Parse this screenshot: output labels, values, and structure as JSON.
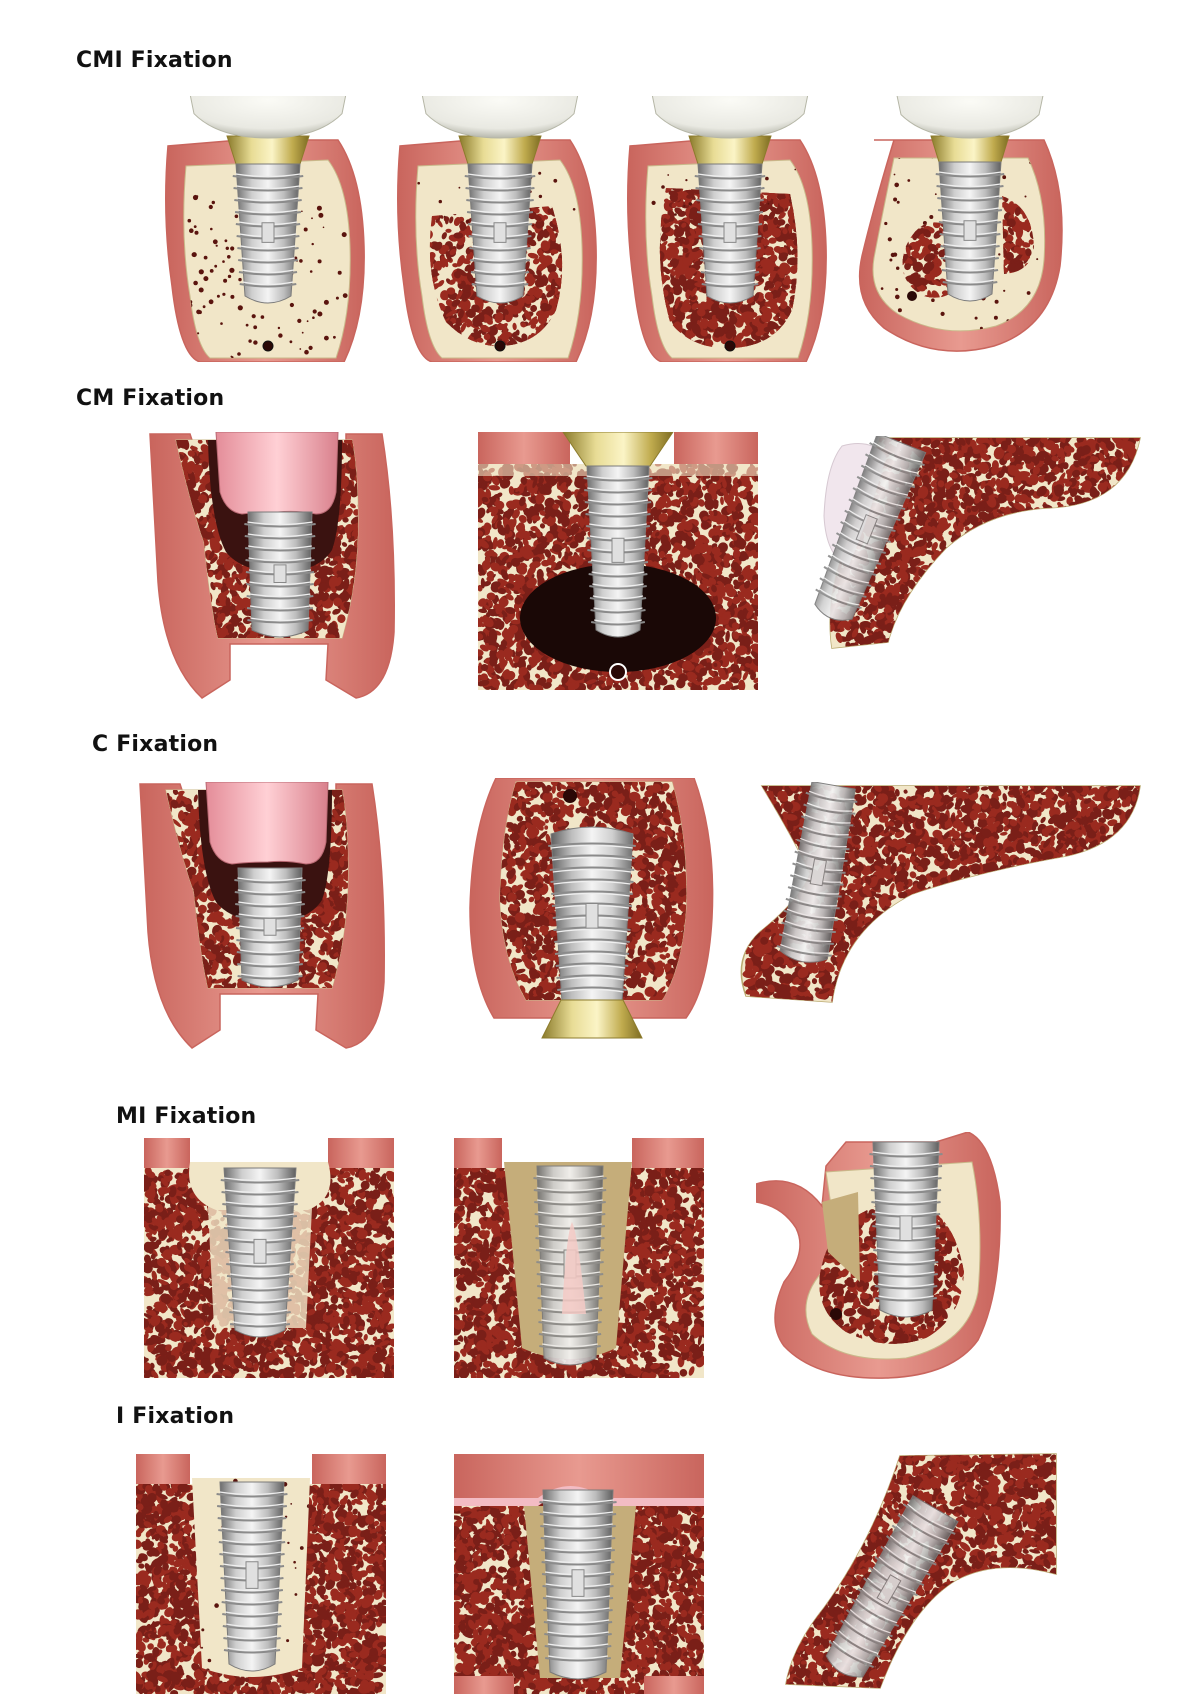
{
  "sections": [
    {
      "heading": "CMI Fixation",
      "panels": [
        "cmi-crown-cortical-base",
        "cmi-crown-trabecular-ring",
        "cmi-crown-trabecular-dense",
        "cmi-crown-curved-ridge"
      ]
    },
    {
      "heading": "CM Fixation",
      "panels": [
        "cm-socket-tooth",
        "cm-block-dark-lesion",
        "cm-angled-bone-graft"
      ]
    },
    {
      "heading": "C Fixation",
      "panels": [
        "c-socket-tooth",
        "c-inverted-crown-socket",
        "c-angled-implant"
      ]
    },
    {
      "heading": "MI Fixation",
      "panels": [
        "mi-block-cortical-lining",
        "mi-block-root-remnant",
        "mi-curved-ridge"
      ]
    },
    {
      "heading": "I Fixation",
      "panels": [
        "i-block-cancellous",
        "i-block-soft-tissue-cover",
        "i-angled-implant"
      ]
    }
  ],
  "colors": {
    "gingiva": "#e89a90",
    "gingiva_dark": "#c9655d",
    "cortical_bone": "#f1e6c8",
    "marrow": "#7a1f18",
    "crown": "#e9e9e2",
    "titanium": "#b8b8b8",
    "gold_collar": "#c8b45a",
    "tooth_root": "#f3a9b0",
    "lesion": "#1a0806"
  }
}
